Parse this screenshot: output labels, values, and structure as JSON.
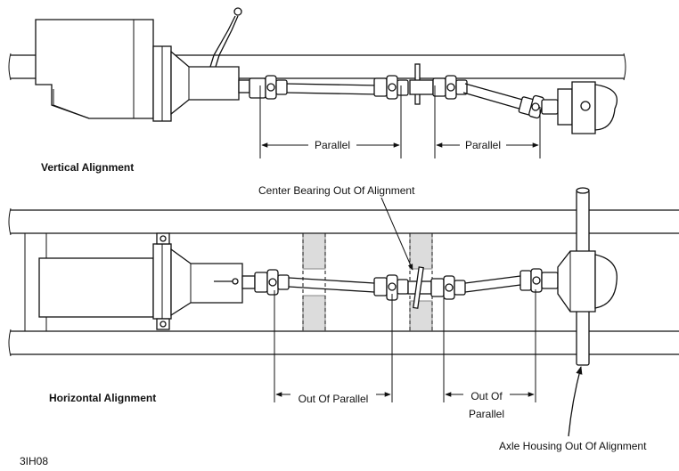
{
  "labels": {
    "vertical_parallel_1": "Parallel",
    "vertical_parallel_2": "Parallel",
    "vertical_heading": "Vertical Alignment",
    "center_bearing": "Center Bearing Out Of Alignment",
    "horizontal_heading": "Horizontal Alignment",
    "out_of_parallel_1": "Out Of Parallel",
    "out_of_parallel_2_line1": "Out Of",
    "out_of_parallel_2_line2": "Parallel",
    "axle_housing": "Axle Housing Out Of Alignment",
    "figure_code": "3IH08"
  },
  "colors": {
    "line": "#111111",
    "background": "#ffffff",
    "fill_grey": "#bbbbbb"
  }
}
